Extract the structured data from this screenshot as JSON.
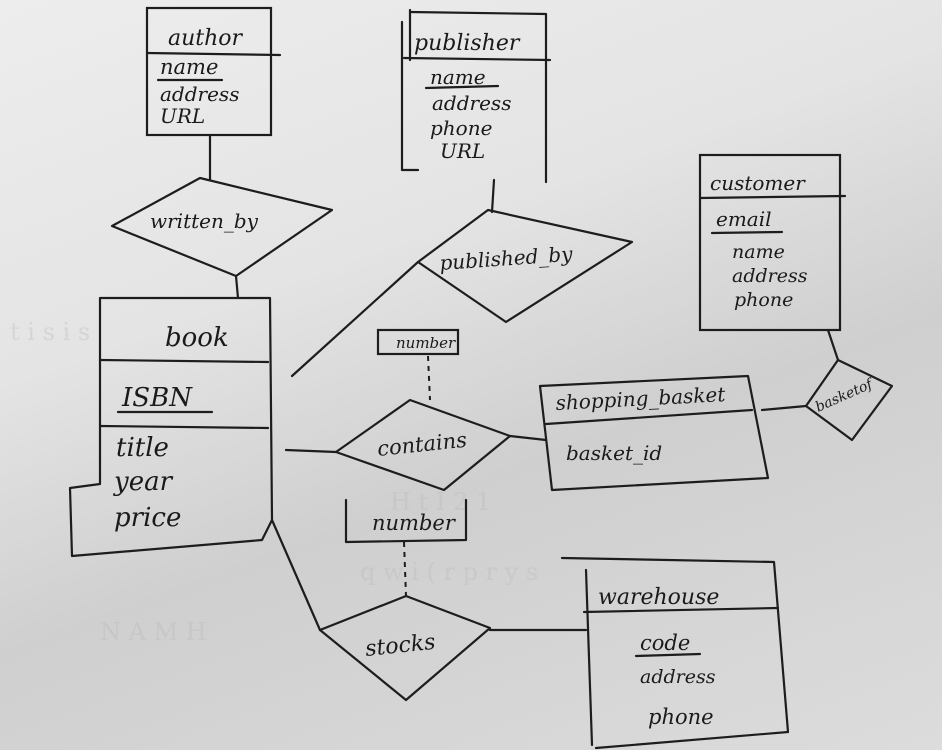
{
  "entities": {
    "author": {
      "name": "author",
      "key": "name",
      "attributes": [
        "address",
        "URL"
      ]
    },
    "publisher": {
      "name": "publisher",
      "key": "name",
      "attributes": [
        "address",
        "phone",
        "URL"
      ]
    },
    "customer": {
      "name": "customer",
      "key": "email",
      "attributes": [
        "name",
        "address",
        "phone"
      ]
    },
    "book": {
      "name": "book",
      "key": "ISBN",
      "attributes": [
        "title",
        "year",
        "price"
      ]
    },
    "shopping_basket": {
      "name": "shopping_basket",
      "key": "basket_id",
      "attributes": []
    },
    "warehouse": {
      "name": "warehouse",
      "key": "code",
      "attributes": [
        "address",
        "phone"
      ]
    }
  },
  "relationships": {
    "written_by": "written_by",
    "published_by": "published_by",
    "contains": "contains",
    "stocks": "stocks",
    "basket_of": "basketof"
  },
  "relationship_attributes": {
    "contains_number": "number",
    "stocks_number": "number"
  }
}
